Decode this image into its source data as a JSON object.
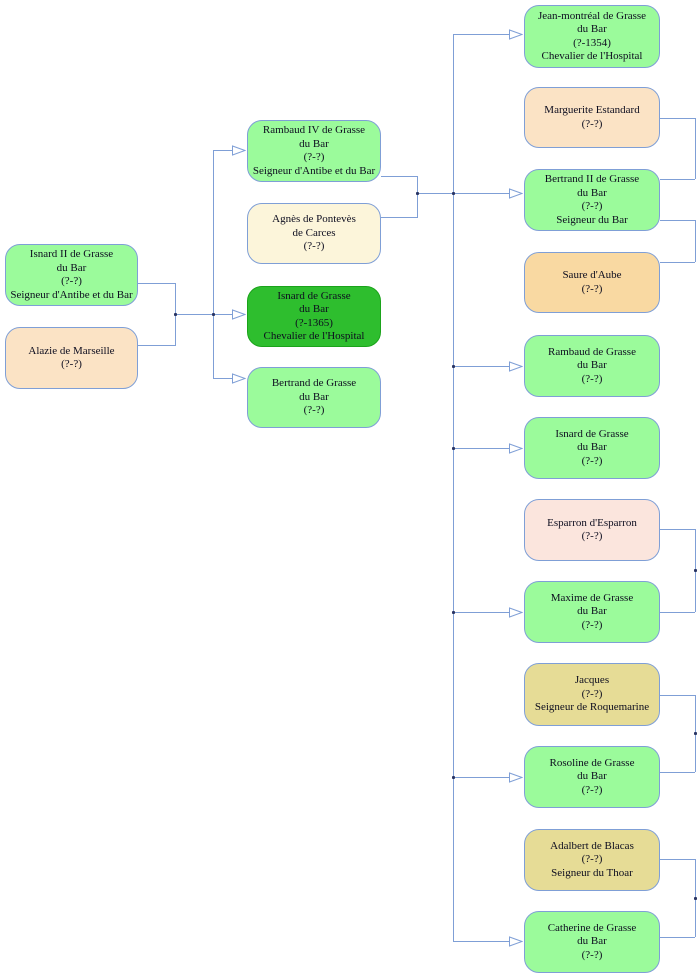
{
  "diagram_type": "family-tree",
  "colors": {
    "male_descendant_fill": "#9bfb9b",
    "highlighted_person_fill": "#2ebe2e",
    "spouse_peach_fill": "#fbe3c5",
    "spouse_cream_fill": "#fcf5da",
    "spouse_orange_fill": "#f9d9a2",
    "spouse_pink_fill": "#fbe5dd",
    "spouse_khaki_fill": "#e6dc96",
    "box_border": "#7f9fd6",
    "highlighted_border": "#1ba31b",
    "connector_line": "#7f9fd6",
    "junction_dot": "#2a3564"
  },
  "persons": [
    {
      "id": "isnard-ii-de-grasse",
      "lines": [
        "Isnard II de Grasse",
        "du Bar",
        "(?-?)",
        "Seigneur d'Antibe et du Bar"
      ]
    },
    {
      "id": "alazie-de-marseille",
      "lines": [
        "Alazie de Marseille",
        "(?-?)"
      ]
    },
    {
      "id": "rambaud-iv-de-grasse",
      "lines": [
        "Rambaud IV de Grasse",
        "du Bar",
        "(?-?)",
        "Seigneur d'Antibe et du Bar"
      ]
    },
    {
      "id": "agnes-de-ponteves",
      "lines": [
        "Agnès de Pontevès",
        "de Carces",
        "(?-?)"
      ]
    },
    {
      "id": "isnard-de-grasse-hospital",
      "lines": [
        "Isnard de Grasse",
        "du Bar",
        "(?-1365)",
        "Chevalier de l'Hospital"
      ]
    },
    {
      "id": "bertrand-de-grasse",
      "lines": [
        "Bertrand de Grasse",
        "du Bar",
        "(?-?)"
      ]
    },
    {
      "id": "jean-montreal-de-grasse",
      "lines": [
        "Jean-montréal de Grasse",
        "du Bar",
        "(?-1354)",
        "Chevalier de l'Hospital"
      ]
    },
    {
      "id": "marguerite-estandard",
      "lines": [
        "Marguerite Estandard",
        "(?-?)"
      ]
    },
    {
      "id": "bertrand-ii-de-grasse",
      "lines": [
        "Bertrand II de Grasse",
        "du Bar",
        "(?-?)",
        "Seigneur du Bar"
      ]
    },
    {
      "id": "saure-d-aube",
      "lines": [
        "Saure d'Aube",
        "(?-?)"
      ]
    },
    {
      "id": "rambaud-de-grasse",
      "lines": [
        "Rambaud de Grasse",
        "du Bar",
        "(?-?)"
      ]
    },
    {
      "id": "isnard-de-grasse",
      "lines": [
        "Isnard de Grasse",
        "du Bar",
        "(?-?)"
      ]
    },
    {
      "id": "esparron-d-esparron",
      "lines": [
        "Esparron d'Esparron",
        "(?-?)"
      ]
    },
    {
      "id": "maxime-de-grasse",
      "lines": [
        "Maxime de Grasse",
        "du Bar",
        "(?-?)"
      ]
    },
    {
      "id": "jacques",
      "lines": [
        "Jacques",
        "(?-?)",
        "Seigneur de Roquemarine"
      ]
    },
    {
      "id": "rosoline-de-grasse",
      "lines": [
        "Rosoline de Grasse",
        "du Bar",
        "(?-?)"
      ]
    },
    {
      "id": "adalbert-de-blacas",
      "lines": [
        "Adalbert de Blacas",
        "(?-?)",
        "Seigneur du Thoar"
      ]
    },
    {
      "id": "catherine-de-grasse",
      "lines": [
        "Catherine de Grasse",
        "du Bar",
        "(?-?)"
      ]
    }
  ],
  "connections": {
    "couples": [
      [
        "isnard-ii-de-grasse",
        "alazie-de-marseille"
      ],
      [
        "rambaud-iv-de-grasse",
        "agnes-de-ponteves"
      ],
      [
        "marguerite-estandard",
        "bertrand-ii-de-grasse"
      ],
      [
        "bertrand-ii-de-grasse",
        "saure-d-aube"
      ],
      [
        "esparron-d-esparron",
        "maxime-de-grasse"
      ],
      [
        "jacques",
        "rosoline-de-grasse"
      ],
      [
        "adalbert-de-blacas",
        "catherine-de-grasse"
      ]
    ],
    "children_of_isnard-ii": [
      "rambaud-iv-de-grasse",
      "isnard-de-grasse-hospital",
      "bertrand-de-grasse"
    ],
    "children_of_rambaud-iv": [
      "jean-montreal-de-grasse",
      "bertrand-ii-de-grasse",
      "rambaud-de-grasse",
      "isnard-de-grasse",
      "maxime-de-grasse",
      "rosoline-de-grasse",
      "catherine-de-grasse"
    ]
  }
}
